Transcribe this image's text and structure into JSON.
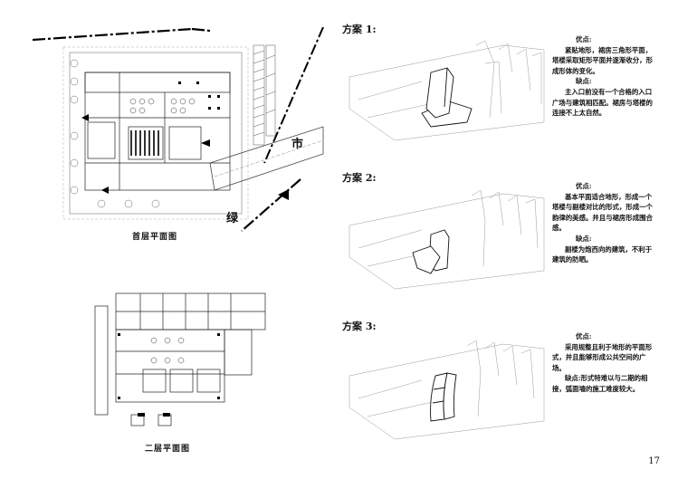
{
  "page_number": "17",
  "ground_floor": {
    "caption": "首层平面图",
    "map_labels": [
      "市",
      "绿"
    ]
  },
  "second_floor": {
    "caption": "二层平面图"
  },
  "schemes": [
    {
      "title": "方案 1:",
      "pros_label": "优点:",
      "pros": "紧贴地形，裙房三角形平面，塔楼采取矩形平面并逐渐收分，形成形体的变化。",
      "cons_label": "缺点:",
      "cons": "主入口前没有一个合格的入口广场与建筑相匹配。裙房与塔楼的连接不上太自然。"
    },
    {
      "title": "方案 2:",
      "pros_label": "优点:",
      "pros": "基本平面适合地形，形成一个塔楼与副楼对比的形式，形成一个韵律的美感。并且与裙房形成围合感。",
      "cons_label": "缺点:",
      "cons": "副楼为炮西向的建筑，不利于建筑的防晒。"
    },
    {
      "title": "方案 3:",
      "pros_label": "优点:",
      "pros": "采用规整且利于地形的平面形式，并且能够形成公共空间的广场。",
      "cons_label": "缺点:",
      "cons": "形式特难以与二期的相接，弧面墙的施工难度较大。"
    }
  ]
}
